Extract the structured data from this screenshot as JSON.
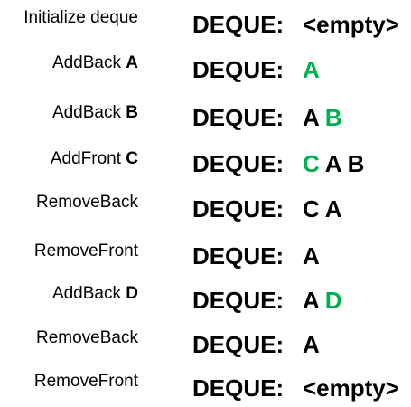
{
  "label": "DEQUE:",
  "empty_text": "<empty>",
  "accent_color": "#00b050",
  "steps": [
    {
      "op": "Initialize deque",
      "arg": "",
      "items": [],
      "new_index": null
    },
    {
      "op": "AddBack",
      "arg": "A",
      "items": [
        "A"
      ],
      "new_index": 0
    },
    {
      "op": "AddBack",
      "arg": "B",
      "items": [
        "A",
        "B"
      ],
      "new_index": 1
    },
    {
      "op": "AddFront",
      "arg": "C",
      "items": [
        "C",
        "A",
        "B"
      ],
      "new_index": 0
    },
    {
      "op": "RemoveBack",
      "arg": "",
      "items": [
        "C",
        "A"
      ],
      "new_index": null
    },
    {
      "op": "RemoveFront",
      "arg": "",
      "items": [
        "A"
      ],
      "new_index": null
    },
    {
      "op": "AddBack",
      "arg": "D",
      "items": [
        "A",
        "D"
      ],
      "new_index": 1
    },
    {
      "op": "RemoveBack",
      "arg": "",
      "items": [
        "A"
      ],
      "new_index": null
    },
    {
      "op": "RemoveFront",
      "arg": "",
      "items": [],
      "new_index": null
    }
  ]
}
